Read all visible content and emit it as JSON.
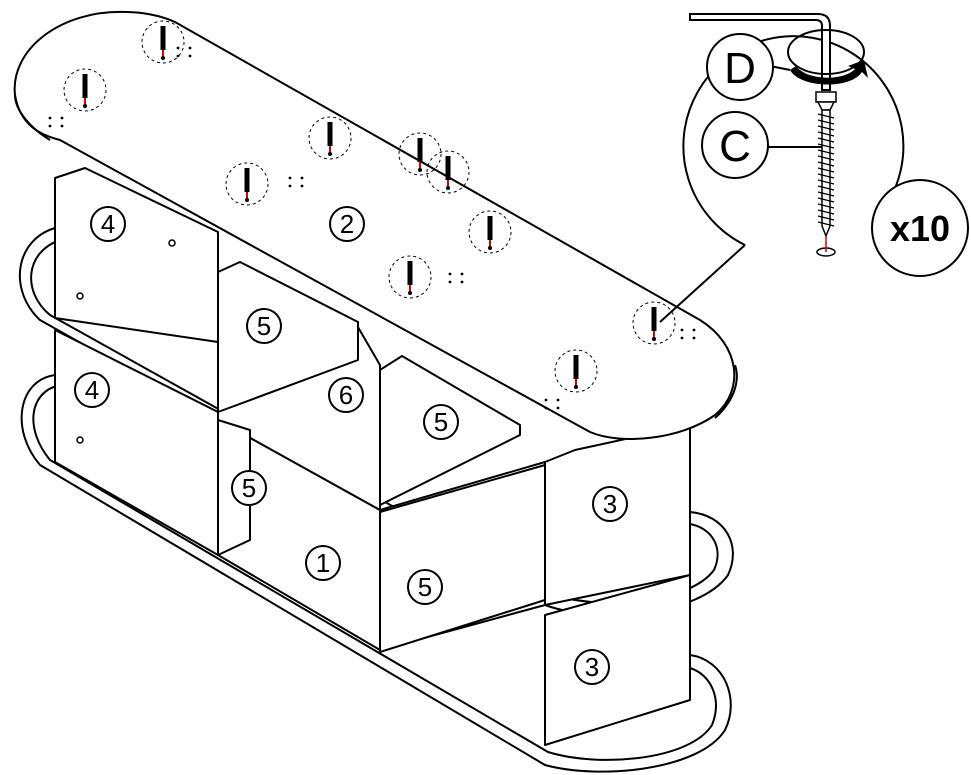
{
  "diagram": {
    "part_labels": {
      "p1": "1",
      "p2": "2",
      "p3_upper": "3",
      "p3_lower": "3",
      "p4_upper": "4",
      "p4_lower": "4",
      "p5_top_left": "5",
      "p5_top_right": "5",
      "p5_bottom_left": "5",
      "p5_bottom_right": "5",
      "p6": "6"
    },
    "detail": {
      "tool_label": "D",
      "screw_label": "C",
      "quantity": "x10"
    },
    "colors": {
      "line": "#000000",
      "accent": "#d40000",
      "background": "#ffffff"
    },
    "icons": [
      "allen-key-icon",
      "rotation-arrow-icon",
      "screw-icon"
    ]
  }
}
